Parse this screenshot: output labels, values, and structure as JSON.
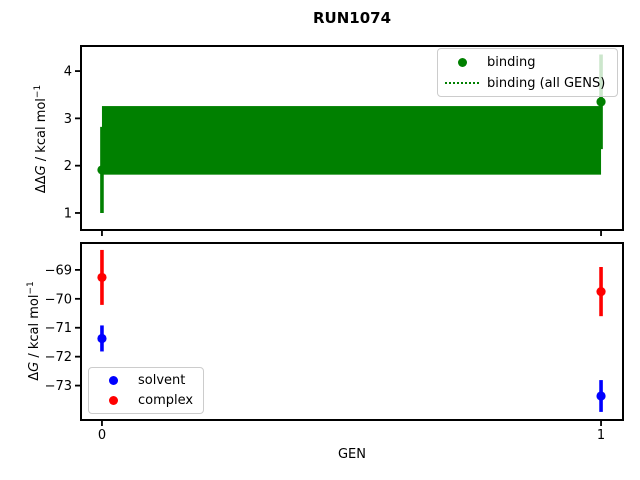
{
  "title": "RUN1074",
  "background": "#ffffff",
  "axis_color": "#000000",
  "chart_data": [
    {
      "type": "scatter",
      "subplot": "top",
      "ylabel": {
        "prefix": "ΔΔ",
        "var": "G",
        "unit": " / kcal mol",
        "sup": "−1"
      },
      "xlim": [
        -0.042,
        1.044
      ],
      "ylim": [
        0.64,
        4.53
      ],
      "yticks": [
        {
          "v": 1,
          "label": "1"
        },
        {
          "v": 2,
          "label": "2"
        },
        {
          "v": 3,
          "label": "3"
        },
        {
          "v": 4,
          "label": "4"
        }
      ],
      "xticks": [
        {
          "v": 0,
          "label": ""
        },
        {
          "v": 1,
          "label": ""
        }
      ],
      "grid": false,
      "series": [
        {
          "name": "binding",
          "color": "#008000",
          "marker": "circle",
          "x": [
            0,
            1
          ],
          "y": [
            1.91,
            3.35
          ],
          "yerr": [
            0.91,
            1.0
          ]
        }
      ],
      "band": {
        "name": "binding (all GENS)",
        "color": "#008000",
        "style": "dotted-line-with-filled-band",
        "x": [
          0,
          1
        ],
        "lo": 1.81,
        "hi": 3.26
      },
      "legend": {
        "position": "upper right",
        "items": [
          {
            "label": "binding",
            "marker": "dot",
            "color": "#008000"
          },
          {
            "label": "binding (all GENS)",
            "marker": "dotted-line",
            "color": "#008000"
          }
        ]
      }
    },
    {
      "type": "scatter",
      "subplot": "bottom",
      "xlabel": "GEN",
      "ylabel": {
        "prefix": "Δ",
        "var": "G",
        "unit": " / kcal mol",
        "sup": "−1"
      },
      "xlim": [
        -0.042,
        1.044
      ],
      "ylim": [
        -74.19,
        -68.07
      ],
      "yticks": [
        {
          "v": -69,
          "label": "−69"
        },
        {
          "v": -70,
          "label": "−70"
        },
        {
          "v": -71,
          "label": "−71"
        },
        {
          "v": -72,
          "label": "−72"
        },
        {
          "v": -73,
          "label": "−73"
        }
      ],
      "xticks": [
        {
          "v": 0,
          "label": "0"
        },
        {
          "v": 1,
          "label": "1"
        }
      ],
      "grid": false,
      "series": [
        {
          "name": "solvent",
          "color": "#0000ff",
          "marker": "circle",
          "x": [
            0,
            1
          ],
          "y": [
            -71.37,
            -73.36
          ],
          "yerr": [
            0.45,
            0.55
          ]
        },
        {
          "name": "complex",
          "color": "#ff0000",
          "marker": "circle",
          "x": [
            0,
            1
          ],
          "y": [
            -69.26,
            -69.75
          ],
          "yerr": [
            0.95,
            0.85
          ]
        }
      ],
      "legend": {
        "position": "lower left",
        "items": [
          {
            "label": "solvent",
            "marker": "dot",
            "color": "#0000ff"
          },
          {
            "label": "complex",
            "marker": "dot",
            "color": "#ff0000"
          }
        ]
      }
    }
  ]
}
